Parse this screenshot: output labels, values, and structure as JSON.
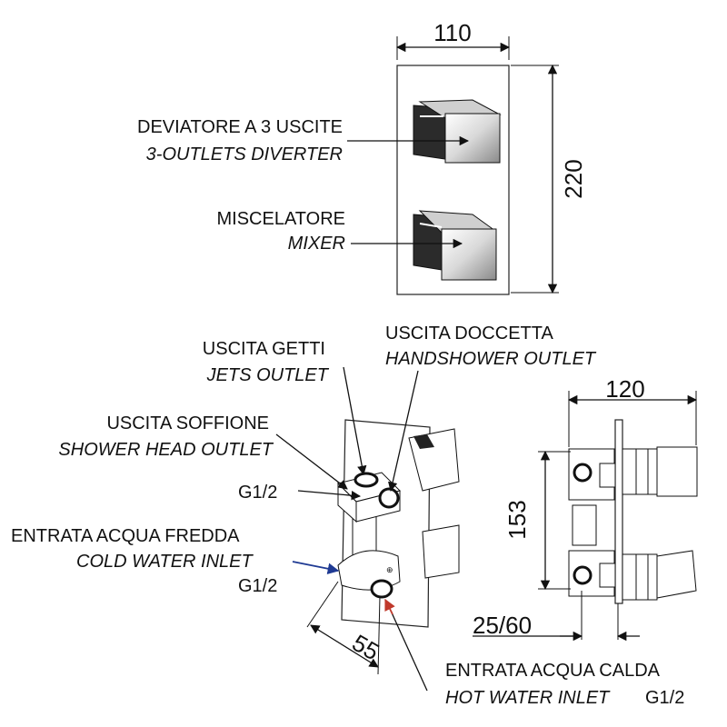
{
  "labels": {
    "diverter_it": "DEVIATORE A 3 USCITE",
    "diverter_en": "3-OUTLETS DIVERTER",
    "mixer_it": "MISCELATORE",
    "mixer_en": "MIXER",
    "handshower_it": "USCITA DOCCETTA",
    "handshower_en": "HANDSHOWER OUTLET",
    "jets_it": "USCITA GETTI",
    "jets_en": "JETS OUTLET",
    "showerhead_it": "USCITA SOFFIONE",
    "showerhead_en": "SHOWER HEAD OUTLET",
    "g12_upper": "G1/2",
    "cold_it": "ENTRATA ACQUA FREDDA",
    "cold_en": "COLD WATER INLET",
    "g12_cold": "G1/2",
    "hot_it": "ENTRATA ACQUA CALDA",
    "hot_en": "HOT WATER INLET",
    "g12_hot": "G1/2"
  },
  "dimensions": {
    "width_front": "110",
    "height_front": "220",
    "depth_side": "120",
    "height_side": "153",
    "offset_side": "25/60",
    "body_depth": "55"
  },
  "colors": {
    "line": "#111111",
    "cold_arrow": "#1f3a93",
    "hot_arrow": "#c0392b"
  }
}
